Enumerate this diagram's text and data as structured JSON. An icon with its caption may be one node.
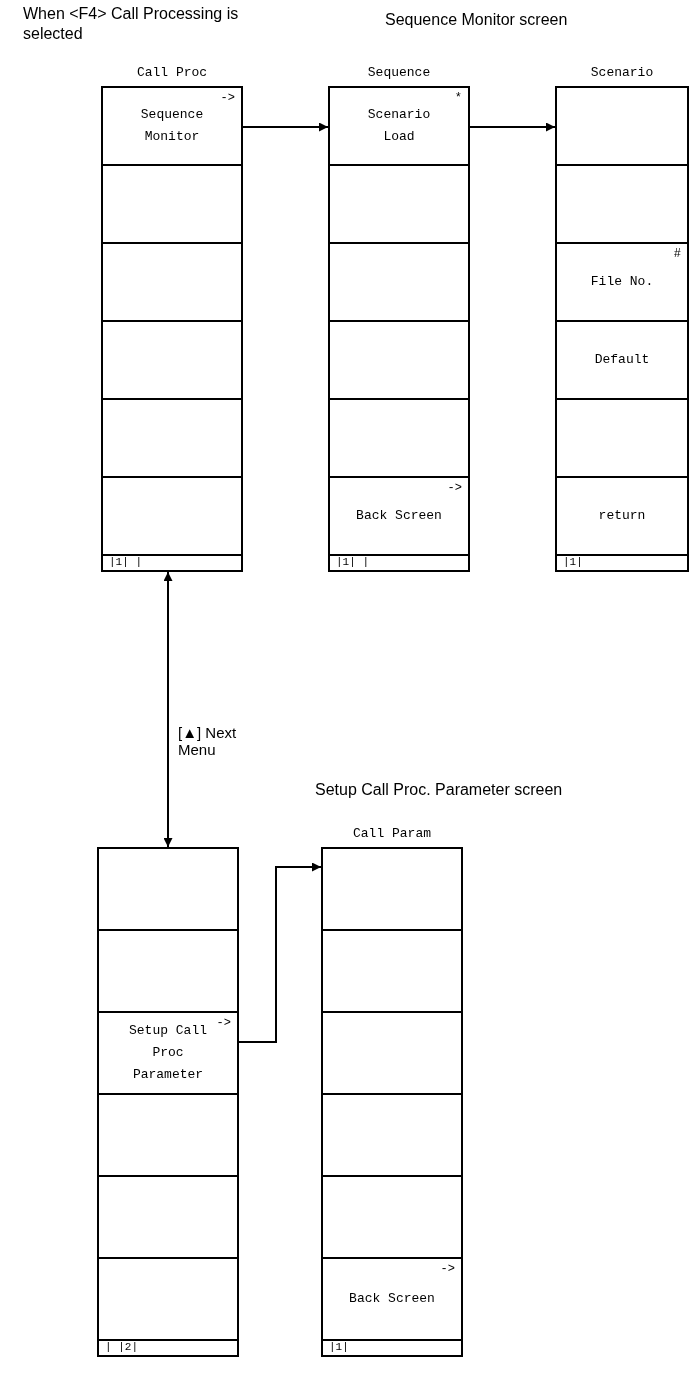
{
  "diagram": {
    "nodes": [
      {
        "text": [
          "Call Proc"
        ]
      },
      {
        "text": [
          "->",
          "Sequence Monitor"
        ],
        "in": 0
      },
      {
        "text": [],
        "shape": "box",
        "in": 0
      },
      {
        "text": [],
        "shape": "box",
        "in": 0
      },
      {
        "text": [],
        "shape": "box",
        "in": 0
      },
      {
        "text": [],
        "shape": "box",
        "in": 0
      },
      {
        "text": [],
        "shape": "box",
        "in": 0
      },
      {
        "text": [
          "|1| |"
        ],
        "in": 0
      },
      {
        "text": [
          "Sequence"
        ]
      },
      {
        "text": [
          "*",
          "Scenario Load"
        ],
        "in": 8
      },
      {
        "text": [],
        "shape": "box",
        "in": 8
      },
      {
        "text": [],
        "shape": "box",
        "in": 8
      },
      {
        "text": [],
        "shape": "box",
        "in": 8
      },
      {
        "text": [],
        "shape": "box",
        "in": 8
      },
      {
        "text": [
          "->",
          "Back Screen"
        ],
        "in": 8
      },
      {
        "text": [
          "|1| |"
        ],
        "in": 8
      },
      {
        "text": [
          "Scenario"
        ]
      },
      {
        "text": [],
        "shape": "box",
        "in": 16
      },
      {
        "text": [],
        "shape": "box",
        "in": 16
      },
      {
        "text": [
          "#",
          "File No."
        ],
        "in": 16
      },
      {
        "text": [
          "Default"
        ],
        "in": 16
      },
      {
        "text": [],
        "shape": "box",
        "in": 16
      },
      {
        "text": [
          "return"
        ],
        "in": 16
      },
      {
        "text": [
          "|1|"
        ],
        "in": 16
      },
      {
        "text": [],
        "shape": "box"
      },
      {
        "text": [],
        "shape": "box",
        "in": 24
      },
      {
        "text": [],
        "shape": "box",
        "in": 24
      },
      {
        "text": [
          "->",
          "Setup Call Proc Parameter"
        ],
        "in": 24
      },
      {
        "text": [],
        "shape": "box",
        "in": 24
      },
      {
        "text": [],
        "shape": "box",
        "in": 24
      },
      {
        "text": [],
        "shape": "box",
        "in": 24
      },
      {
        "text": [
          "| |2|"
        ],
        "in": 24
      },
      {
        "text": [
          "Call Param"
        ]
      },
      {
        "text": [],
        "shape": "box",
        "in": 32
      },
      {
        "text": [],
        "shape": "box",
        "in": 32
      },
      {
        "text": [],
        "shape": "box",
        "in": 32
      },
      {
        "text": [],
        "shape": "box",
        "in": 32
      },
      {
        "text": [],
        "shape": "box",
        "in": 32
      },
      {
        "text": [
          "->",
          "Back Screen"
        ],
        "in": 32
      },
      {
        "text": [
          "|1|"
        ],
        "in": 32
      }
    ],
    "edges": [
      {
        "from": 1,
        "to": 8,
        "arrow": "to"
      },
      {
        "from": 9,
        "to": 16,
        "arrow": "to"
      },
      {
        "from": 0,
        "to": 24,
        "arrow": "both",
        "label": "[▲] Next Menu"
      },
      {
        "from": 27,
        "to": 32,
        "arrow": "to"
      }
    ],
    "labels": [
      "When <F4> Call Processing is selected",
      "Sequence Monitor screen",
      "Setup Call Proc. Parameter screen"
    ]
  }
}
